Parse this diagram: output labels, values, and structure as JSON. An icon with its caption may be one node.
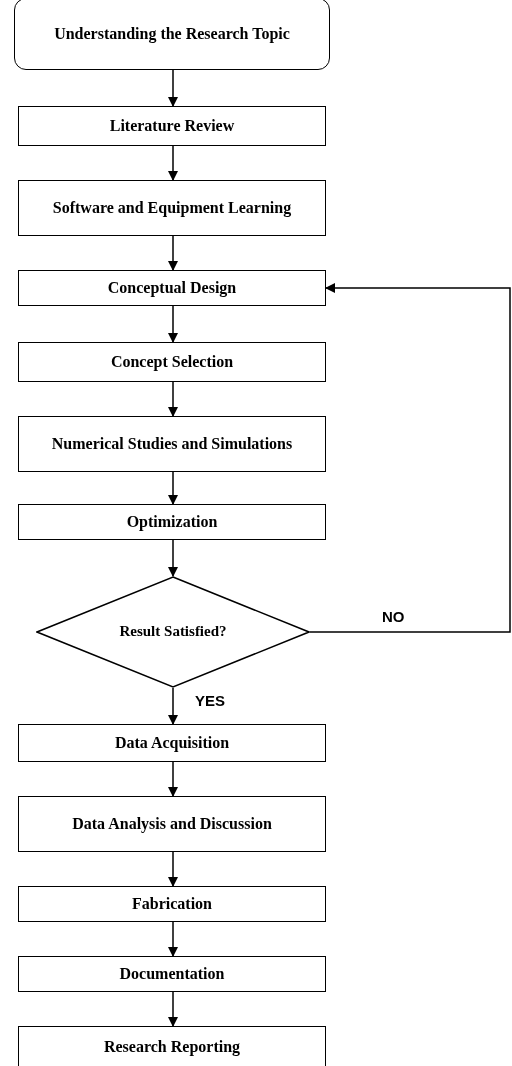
{
  "diagram": {
    "nodes": [
      {
        "text": [
          "Understanding the Research Topic"
        ]
      },
      {
        "text": [
          "Literature Review"
        ]
      },
      {
        "text": [
          "Software and Equipment Learning"
        ]
      },
      {
        "text": [
          "Conceptual Design"
        ]
      },
      {
        "text": [
          "Concept Selection"
        ]
      },
      {
        "text": [
          "Numerical Studies and Simulations"
        ]
      },
      {
        "text": [
          "Optimization"
        ]
      },
      {
        "text": [
          "Result Satisfied?"
        ]
      },
      {
        "text": [
          "Data Acquisition"
        ]
      },
      {
        "text": [
          "Data Analysis and Discussion"
        ]
      },
      {
        "text": [
          "Fabrication"
        ]
      },
      {
        "text": [
          "Documentation"
        ]
      },
      {
        "text": [
          "Research Reporting"
        ]
      }
    ],
    "edges": [
      {
        "from": 0,
        "to": 1,
        "arrow": "to"
      },
      {
        "from": 1,
        "to": 2,
        "arrow": "to"
      },
      {
        "from": 2,
        "to": 3,
        "arrow": "to"
      },
      {
        "from": 3,
        "to": 4,
        "arrow": "to"
      },
      {
        "from": 4,
        "to": 5,
        "arrow": "to"
      },
      {
        "from": 5,
        "to": 6,
        "arrow": "to"
      },
      {
        "from": 6,
        "to": 7,
        "arrow": "to"
      },
      {
        "from": 7,
        "to": 8,
        "arrow": "to",
        "label": "YES"
      },
      {
        "from": 8,
        "to": 9,
        "arrow": "to"
      },
      {
        "from": 9,
        "to": 10,
        "arrow": "to"
      },
      {
        "from": 10,
        "to": 11,
        "arrow": "to"
      },
      {
        "from": 11,
        "to": 12,
        "arrow": "to"
      },
      {
        "from": 7,
        "to": 3,
        "arrow": "to",
        "label": "NO"
      }
    ]
  }
}
